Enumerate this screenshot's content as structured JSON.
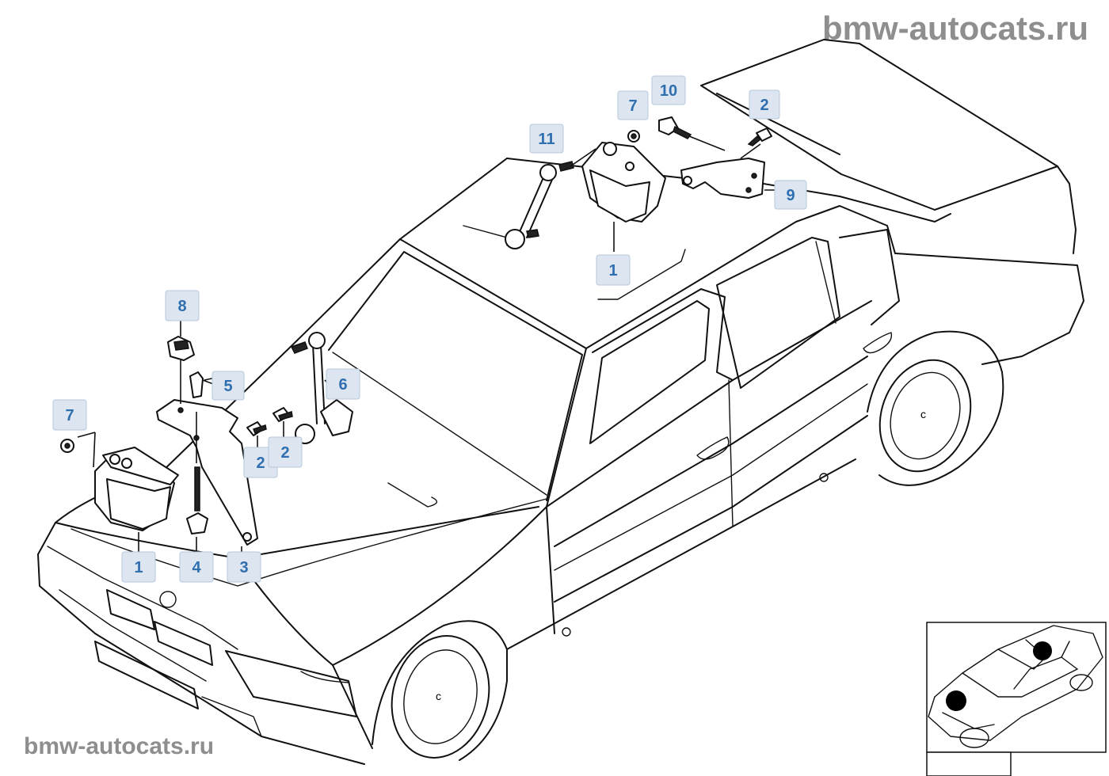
{
  "watermark": {
    "top": "bmw-autocats.ru",
    "bottom": "bmw-autocats.ru"
  },
  "callouts": [
    {
      "id": "c-11",
      "label": "11"
    },
    {
      "id": "c-7-rear",
      "label": "7"
    },
    {
      "id": "c-10",
      "label": "10"
    },
    {
      "id": "c-2-rear",
      "label": "2"
    },
    {
      "id": "c-9",
      "label": "9"
    },
    {
      "id": "c-1-rear",
      "label": "1"
    },
    {
      "id": "c-8",
      "label": "8"
    },
    {
      "id": "c-5",
      "label": "5"
    },
    {
      "id": "c-6",
      "label": "6"
    },
    {
      "id": "c-7-front",
      "label": "7"
    },
    {
      "id": "c-2-front-a",
      "label": "2"
    },
    {
      "id": "c-2-front-b",
      "label": "2"
    },
    {
      "id": "c-1-front",
      "label": "1"
    },
    {
      "id": "c-4",
      "label": "4"
    },
    {
      "id": "c-3",
      "label": "3"
    }
  ],
  "colors": {
    "callout_fill": "#dde6f0",
    "callout_text": "#2f6fb0",
    "watermark": "#8e8e8e",
    "line": "#111111"
  }
}
